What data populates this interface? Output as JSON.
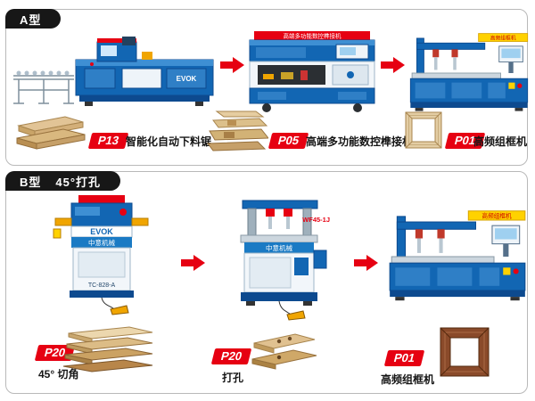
{
  "colors": {
    "accent_red": "#e60012",
    "machine_blue": "#1266b3",
    "machine_blue_dark": "#0d4a8f",
    "banner_yellow": "#ffd200",
    "wood_tan": "#d9b87f",
    "frame_brown": "#8a4a2a"
  },
  "sections": {
    "a": {
      "title": "A型",
      "steps": [
        {
          "tag": "P13",
          "label": "智能化自动下料锯"
        },
        {
          "tag": "P05",
          "label": "高端多功能数控榫接机"
        },
        {
          "tag": "P01",
          "label": "高频组框机"
        }
      ]
    },
    "b": {
      "title": "B型",
      "subtitle": "45°打孔",
      "steps": [
        {
          "tag": "P20",
          "label": "45° 切角"
        },
        {
          "tag": "P20",
          "label": "打孔"
        },
        {
          "tag": "P01",
          "label": "高频组框机"
        }
      ]
    }
  },
  "machines": {
    "saw": {
      "brand": "EVOK"
    },
    "tenoner": {
      "banner": "高端多功能数控榫接机"
    },
    "framer": {
      "banner": "高频组框机"
    },
    "cutter45": {
      "brand": "EVOK",
      "band": "中意机械",
      "model": "TC-828-A"
    },
    "driller": {
      "model": "WF45-1J",
      "band": "中意机械"
    }
  }
}
